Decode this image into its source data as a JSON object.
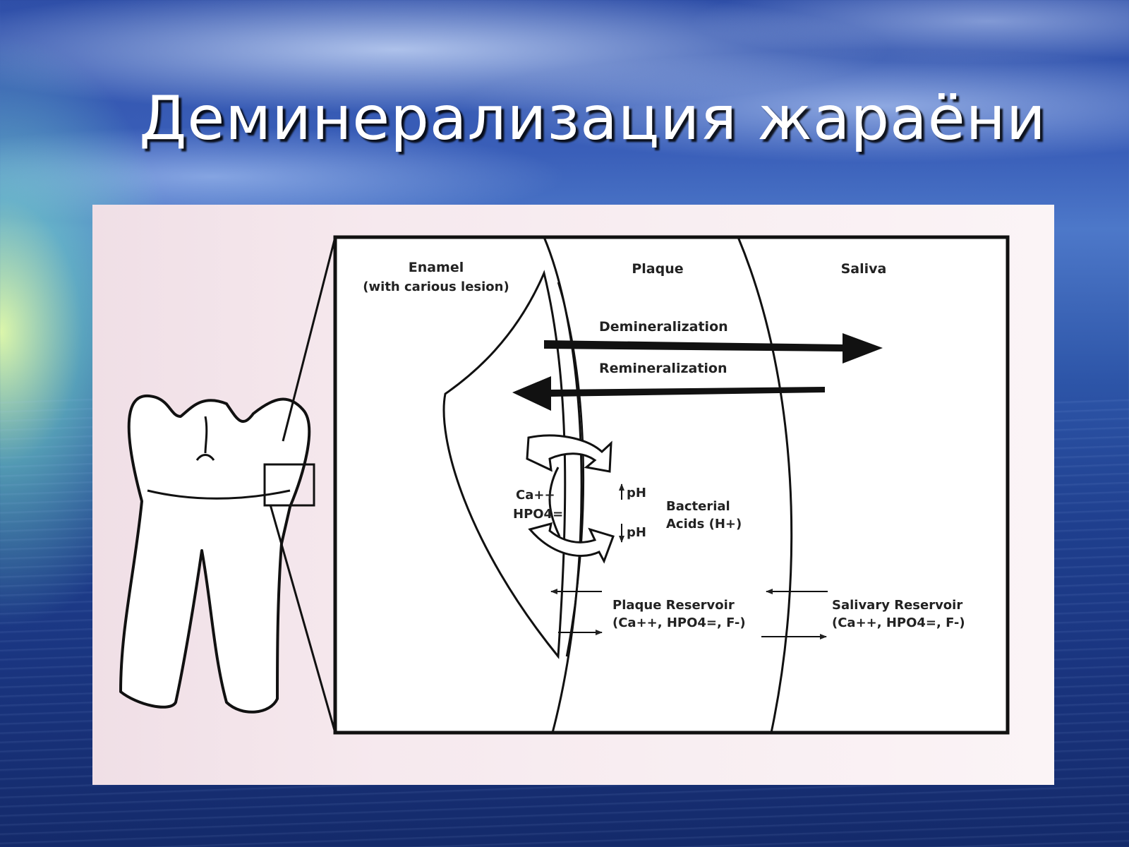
{
  "slide": {
    "title": "Деминерализация жараёни"
  },
  "diagram": {
    "zones": {
      "enamel": "Enamel",
      "enamel_note": "(with carious lesion)",
      "plaque": "Plaque",
      "saliva": "Saliva"
    },
    "processes": {
      "demineralization": "Demineralization",
      "remineralization": "Remineralization"
    },
    "ions": {
      "ca": "Ca++",
      "hpo4": "HPO4="
    },
    "ph": {
      "up": "pH",
      "down": "pH"
    },
    "bacterial": {
      "line1": "Bacterial",
      "line2": "Acids (H+)"
    },
    "plaque_reservoir": {
      "name": "Plaque Reservoir",
      "contents": "(Ca++, HPO4=, F-)"
    },
    "salivary_reservoir": {
      "name": "Salivary Reservoir",
      "contents": "(Ca++, HPO4=, F-)"
    }
  }
}
